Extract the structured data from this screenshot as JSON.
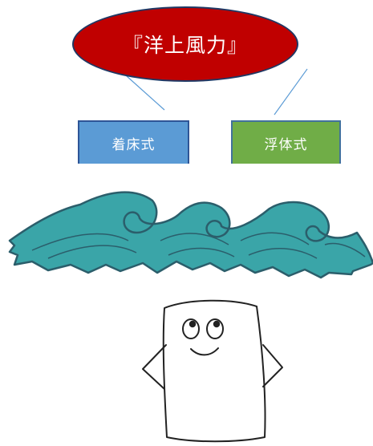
{
  "title": "『洋上風力』",
  "types": [
    {
      "label": "着床式",
      "color": "#5b9bd5"
    },
    {
      "label": "浮体式",
      "color": "#70ad47"
    }
  ],
  "colors": {
    "title_fill": "#c00000",
    "connector": "#5b9bd5",
    "wave": "#3aa5a8",
    "wave_dark": "#2b5e6b"
  },
  "illustrations": [
    "wave-illustration",
    "block-character-illustration"
  ]
}
